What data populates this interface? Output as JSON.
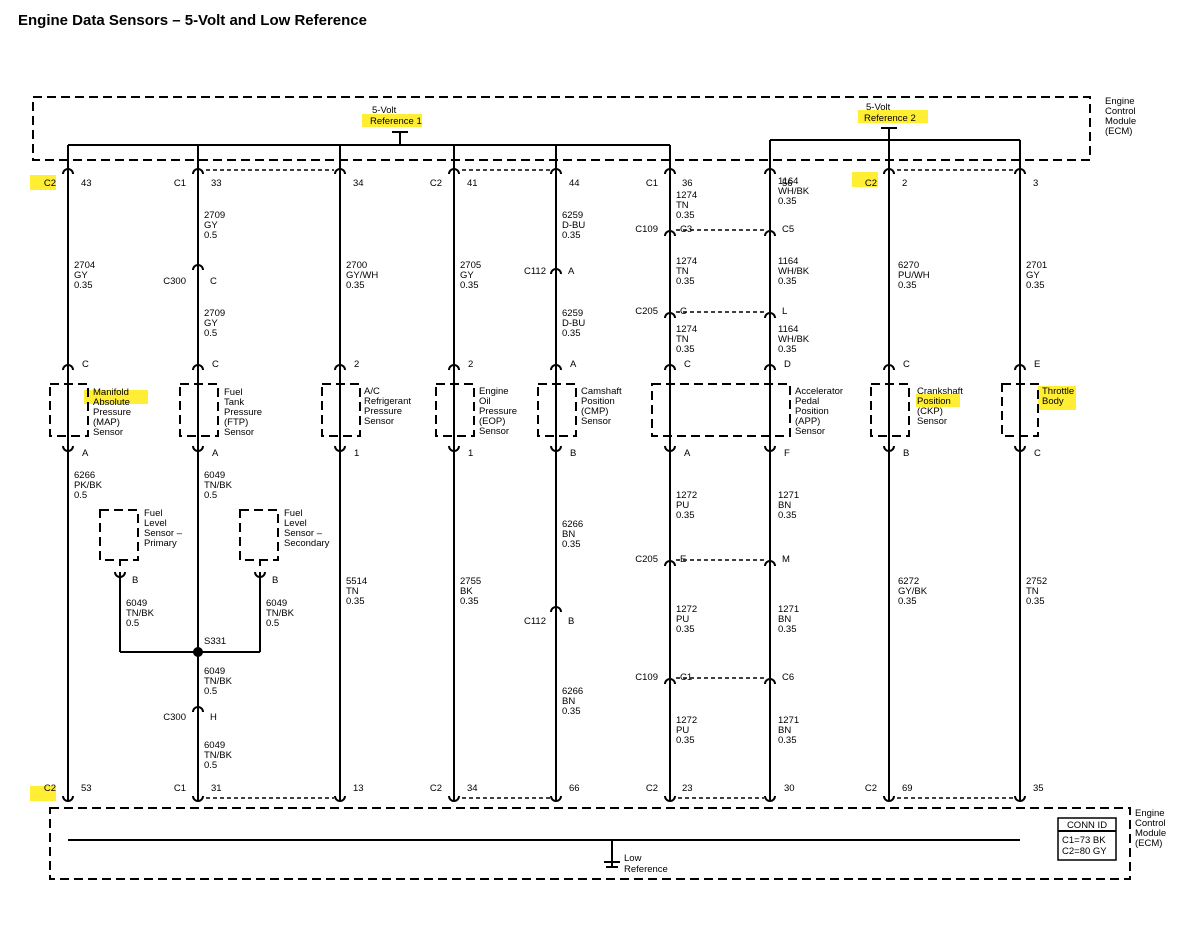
{
  "title": "Engine Data Sensors – 5-Volt and Low Reference",
  "colors": {
    "line": "#000000",
    "highlight": "#ffee33",
    "background": "#ffffff"
  },
  "ecm_top": {
    "name": [
      "Engine",
      "Control",
      "Module",
      "(ECM)"
    ]
  },
  "ecm_bottom": {
    "name": [
      "Engine",
      "Control",
      "Module",
      "(ECM)"
    ]
  },
  "references": {
    "ref1": {
      "line1": "5-Volt",
      "line2": "Reference 1"
    },
    "ref2": {
      "line1": "5-Volt",
      "line2": "Reference 2"
    },
    "low": {
      "line1": "Low",
      "line2": "Reference"
    }
  },
  "conn_id": {
    "header": "CONN ID",
    "c1": "C1=73 BK",
    "c2": "C2=80 GY"
  },
  "splice": {
    "id": "S331"
  },
  "circuits": [
    {
      "id": "map",
      "top_pin": {
        "conn": "C2",
        "pin": "43"
      },
      "top_wire": {
        "num": "2704",
        "color": "GY",
        "gauge": "0.35"
      },
      "sensor": {
        "top_pin": "C",
        "bottom_pin": "A",
        "name": [
          "Manifold",
          "Absolute",
          "Pressure",
          "(MAP)",
          "Sensor"
        ]
      },
      "bottom_wire": {
        "num": "6266",
        "color": "PK/BK",
        "gauge": "0.5"
      },
      "bottom_pin": {
        "conn": "C2",
        "pin": "53"
      }
    },
    {
      "id": "ftp",
      "top_pin": {
        "conn": "C1",
        "pin": "33"
      },
      "top_wire_1": {
        "num": "2709",
        "color": "GY",
        "gauge": "0.5"
      },
      "inline_top": {
        "conn": "C300",
        "pin": "C"
      },
      "top_wire_2": {
        "num": "2709",
        "color": "GY",
        "gauge": "0.5"
      },
      "sensor": {
        "top_pin": "C",
        "bottom_pin": "A",
        "name": [
          "Fuel",
          "Tank",
          "Pressure",
          "(FTP)",
          "Sensor"
        ]
      },
      "bottom_wire_1": {
        "num": "6049",
        "color": "TN/BK",
        "gauge": "0.5"
      },
      "bottom_wire_2": {
        "num": "6049",
        "color": "TN/BK",
        "gauge": "0.5"
      },
      "inline_bottom": {
        "conn": "C300",
        "pin": "H"
      },
      "bottom_wire_3": {
        "num": "6049",
        "color": "TN/BK",
        "gauge": "0.5"
      },
      "bottom_pin": {
        "conn": "C1",
        "pin": "31"
      }
    },
    {
      "id": "acr",
      "top_pin": {
        "conn": "",
        "pin": "34"
      },
      "top_wire": {
        "num": "2700",
        "color": "GY/WH",
        "gauge": "0.35"
      },
      "sensor": {
        "top_pin": "2",
        "bottom_pin": "1",
        "name": [
          "A/C",
          "Refrigerant",
          "Pressure",
          "Sensor"
        ]
      },
      "bottom_wire": {
        "num": "5514",
        "color": "TN",
        "gauge": "0.35"
      },
      "bottom_pin": {
        "conn": "",
        "pin": "13"
      }
    },
    {
      "id": "eop",
      "top_pin": {
        "conn": "C2",
        "pin": "41"
      },
      "top_wire": {
        "num": "2705",
        "color": "GY",
        "gauge": "0.35"
      },
      "sensor": {
        "top_pin": "2",
        "bottom_pin": "1",
        "name": [
          "Engine",
          "Oil",
          "Pressure",
          "(EOP)",
          "Sensor"
        ]
      },
      "bottom_wire": {
        "num": "2755",
        "color": "BK",
        "gauge": "0.35"
      },
      "bottom_pin": {
        "conn": "C2",
        "pin": "34"
      }
    },
    {
      "id": "cmp",
      "top_pin": {
        "conn": "",
        "pin": "44"
      },
      "top_wire_1": {
        "num": "6259",
        "color": "D-BU",
        "gauge": "0.35"
      },
      "inline_top": {
        "conn": "C112",
        "pin": "A"
      },
      "top_wire_2": {
        "num": "6259",
        "color": "D-BU",
        "gauge": "0.35"
      },
      "sensor": {
        "top_pin": "A",
        "bottom_pin": "B",
        "name": [
          "Camshaft",
          "Position",
          "(CMP)",
          "Sensor"
        ]
      },
      "bottom_wire_1": {
        "num": "6266",
        "color": "BN",
        "gauge": "0.35"
      },
      "inline_bottom": {
        "conn": "C112",
        "pin": "B"
      },
      "bottom_wire_2": {
        "num": "6266",
        "color": "BN",
        "gauge": "0.35"
      },
      "bottom_pin": {
        "conn": "",
        "pin": "66"
      }
    },
    {
      "id": "app",
      "sensor": {
        "name": [
          "Accelerator",
          "Pedal",
          "Position",
          "(APP)",
          "Sensor"
        ]
      },
      "left": {
        "top_pin": {
          "conn": "C1",
          "pin": "36"
        },
        "wire_1": {
          "num": "1274",
          "color": "TN",
          "gauge": "0.35"
        },
        "c109_top": {
          "conn": "C109",
          "pin": "C3"
        },
        "wire_2": {
          "num": "1274",
          "color": "TN",
          "gauge": "0.35"
        },
        "c205_top": {
          "conn": "C205",
          "pin": "C"
        },
        "wire_3": {
          "num": "1274",
          "color": "TN",
          "gauge": "0.35"
        },
        "sensor_top_pin": "C",
        "sensor_bottom_pin": "A",
        "wire_4": {
          "num": "1272",
          "color": "PU",
          "gauge": "0.35"
        },
        "c205_bottom": {
          "conn": "C205",
          "pin": "E"
        },
        "wire_5": {
          "num": "1272",
          "color": "PU",
          "gauge": "0.35"
        },
        "c109_bottom": {
          "conn": "C109",
          "pin": "C1"
        },
        "wire_6": {
          "num": "1272",
          "color": "PU",
          "gauge": "0.35"
        },
        "bottom_pin": {
          "conn": "C2",
          "pin": "23"
        }
      },
      "right": {
        "top_pin": {
          "pin": "56"
        },
        "wire_1": {
          "num": "1164",
          "color": "WH/BK",
          "gauge": "0.35"
        },
        "c109_top": {
          "pin": "C5"
        },
        "wire_2": {
          "num": "1164",
          "color": "WH/BK",
          "gauge": "0.35"
        },
        "c205_top": {
          "pin": "L"
        },
        "wire_3": {
          "num": "1164",
          "color": "WH/BK",
          "gauge": "0.35"
        },
        "sensor_top_pin": "D",
        "sensor_bottom_pin": "F",
        "wire_4": {
          "num": "1271",
          "color": "BN",
          "gauge": "0.35"
        },
        "c205_bottom": {
          "pin": "M"
        },
        "wire_5": {
          "num": "1271",
          "color": "BN",
          "gauge": "0.35"
        },
        "c109_bottom": {
          "pin": "C6"
        },
        "wire_6": {
          "num": "1271",
          "color": "BN",
          "gauge": "0.35"
        },
        "bottom_pin": {
          "pin": "30"
        }
      }
    },
    {
      "id": "ckp",
      "top_pin": {
        "conn": "C2",
        "pin": "2"
      },
      "top_wire": {
        "num": "6270",
        "color": "PU/WH",
        "gauge": "0.35"
      },
      "sensor": {
        "top_pin": "C",
        "bottom_pin": "B",
        "name": [
          "Crankshaft",
          "Position",
          "(CKP)",
          "Sensor"
        ]
      },
      "bottom_wire": {
        "num": "6272",
        "color": "GY/BK",
        "gauge": "0.35"
      },
      "bottom_pin": {
        "conn": "C2",
        "pin": "69"
      }
    },
    {
      "id": "tb",
      "top_pin": {
        "conn": "",
        "pin": "3"
      },
      "top_wire": {
        "num": "2701",
        "color": "GY",
        "gauge": "0.35"
      },
      "sensor": {
        "top_pin": "E",
        "bottom_pin": "C",
        "name": [
          "Throttle",
          "Body"
        ]
      },
      "bottom_wire": {
        "num": "2752",
        "color": "TN",
        "gauge": "0.35"
      },
      "bottom_pin": {
        "conn": "",
        "pin": "35"
      }
    }
  ],
  "fuel_level": {
    "primary": {
      "name": [
        "Fuel",
        "Level",
        "Sensor –",
        "Primary"
      ],
      "pin": "B",
      "wire": {
        "num": "6049",
        "color": "TN/BK",
        "gauge": "0.5"
      }
    },
    "secondary": {
      "name": [
        "Fuel",
        "Level",
        "Sensor –",
        "Secondary"
      ],
      "pin": "B",
      "wire": {
        "num": "6049",
        "color": "TN/BK",
        "gauge": "0.5"
      }
    }
  }
}
